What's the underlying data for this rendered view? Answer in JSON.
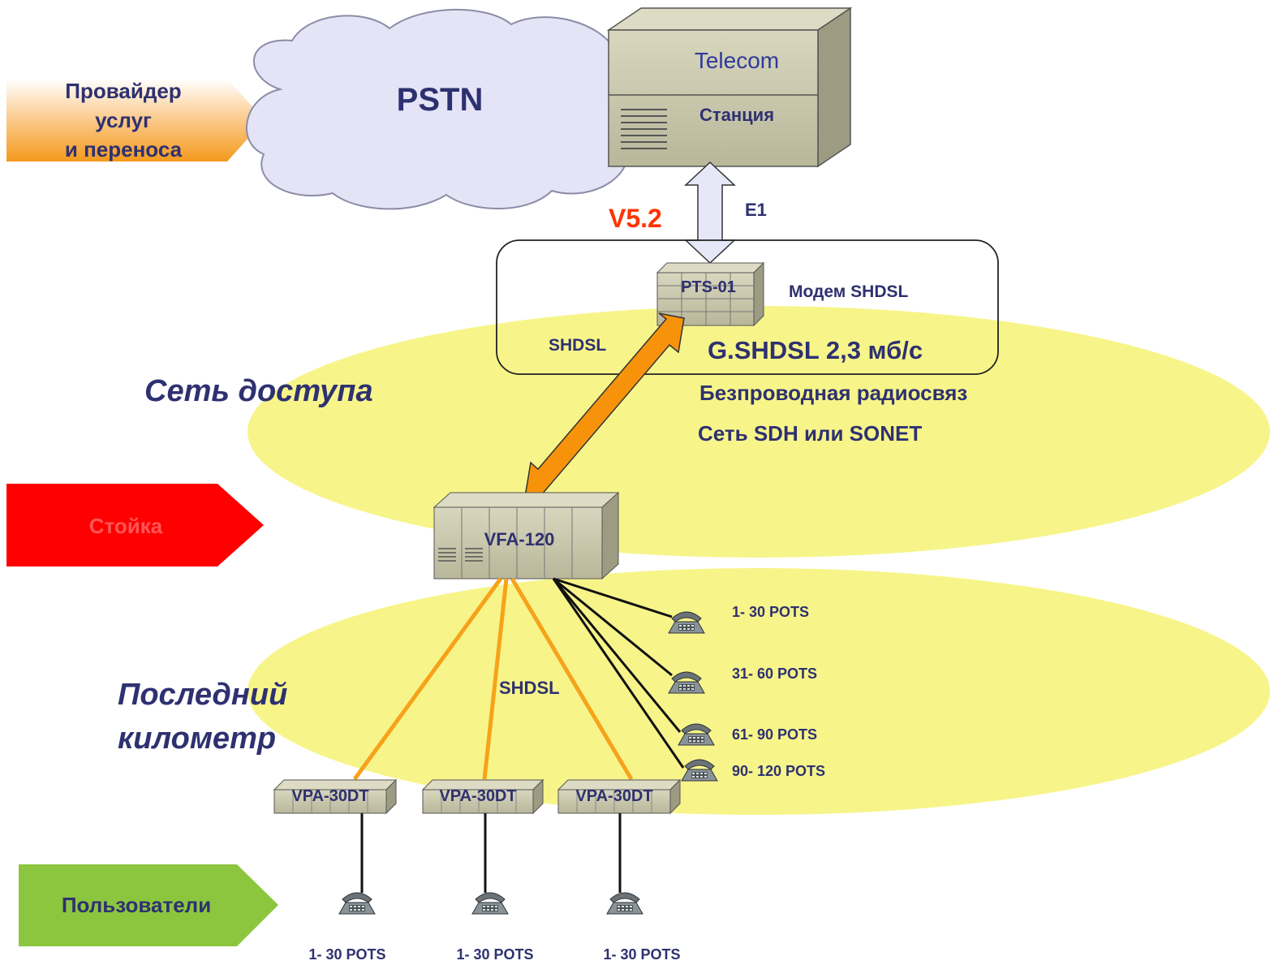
{
  "provider": {
    "line1": "Провайдер",
    "line2": "услуг",
    "line3": "и переноса"
  },
  "cloud_label": "PSTN",
  "telecom": {
    "title": "Telecom",
    "subtitle": "Станция"
  },
  "link_e1": "E1",
  "protocol": "V5.2",
  "modem": {
    "device": "PTS-01",
    "label": "Модем SHDSL",
    "link": "SHDSL",
    "speed": "G.SHDSL 2,3 мб/с"
  },
  "access_network": {
    "title": "Сеть доступа",
    "alt1": "Безпроводная радиосвяз",
    "alt2": "Сеть SDH или SONET"
  },
  "rack": {
    "label": "Стойка",
    "device": "VFA-120"
  },
  "last_mile": {
    "line1": "Последний",
    "line2": "километр",
    "link": "SHDSL"
  },
  "direct_phones": [
    "1- 30 POTS",
    "31- 60 POTS",
    "61- 90 POTS",
    "90- 120 POTS"
  ],
  "vpa_units": [
    {
      "device": "VPA-30DT",
      "pots": "1- 30 POTS"
    },
    {
      "device": "VPA-30DT",
      "pots": "1- 30 POTS"
    },
    {
      "device": "VPA-30DT",
      "pots": "1- 30 POTS"
    }
  ],
  "users_label": "Пользователи",
  "colors": {
    "ellipse": "#f7f58a",
    "orange": "#f7a21b",
    "red": "#ff0000",
    "green": "#8cc63f",
    "navy": "#2e3170",
    "protocol": "#ff3300",
    "cloud": "#e4e4f6",
    "equipment": "#c9c7a8"
  },
  "icons": [
    "cloud-icon",
    "telephone-icon",
    "server-rack-icon",
    "double-arrow-icon"
  ]
}
